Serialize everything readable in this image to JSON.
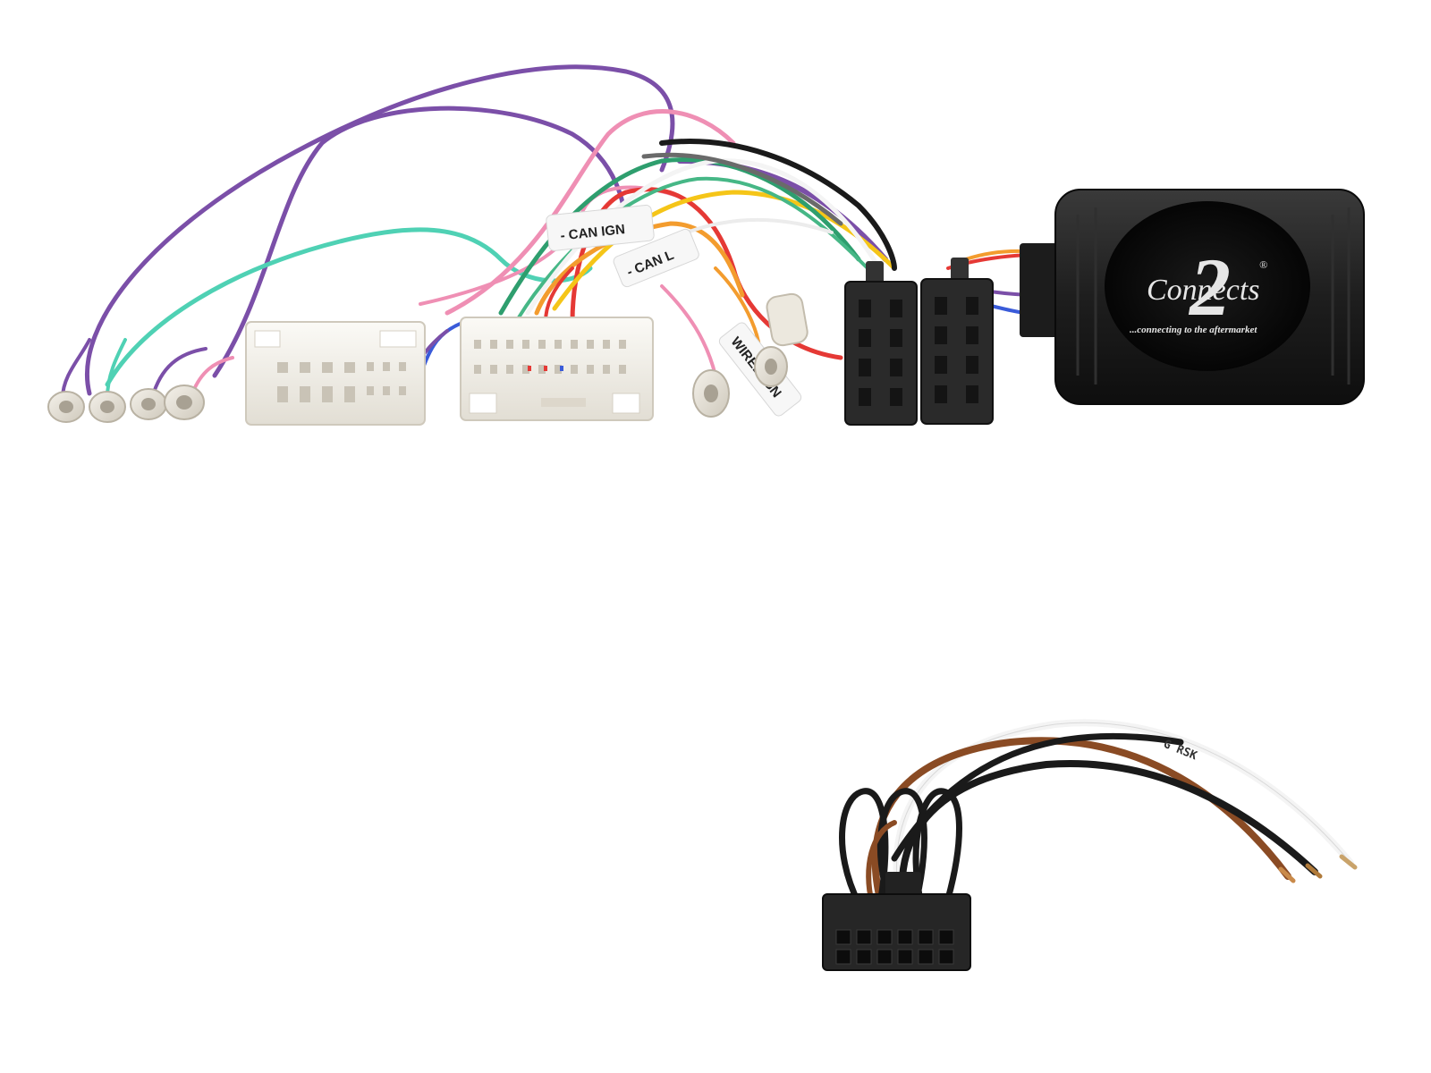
{
  "wire_tags": {
    "can_ign": "- CAN IGN",
    "can_l": "- CAN L",
    "wired_ign": "WIRED IGN"
  },
  "interface_box": {
    "brand_script": "Connects",
    "brand_numeral": "2",
    "registered_mark": "®",
    "tagline": "...connecting to the aftermarket"
  },
  "patch_lead": {
    "printed_code": "G RSK"
  },
  "colors": {
    "purple_wire": "#7b4fa8",
    "teal_wire": "#4fd1b4",
    "pink_wire": "#ef8fb4",
    "red_wire": "#e53935",
    "orange_wire": "#f39c2e",
    "yellow_wire": "#f5c518",
    "green_wire": "#2e9e6e",
    "black_wire": "#1a1a1a",
    "white_wire": "#f4f4f4",
    "brown_wire": "#8a4b24",
    "connector_white": "#f3f1ec",
    "connector_black": "#2a2a2a",
    "box_body": "#1f1f1f"
  }
}
